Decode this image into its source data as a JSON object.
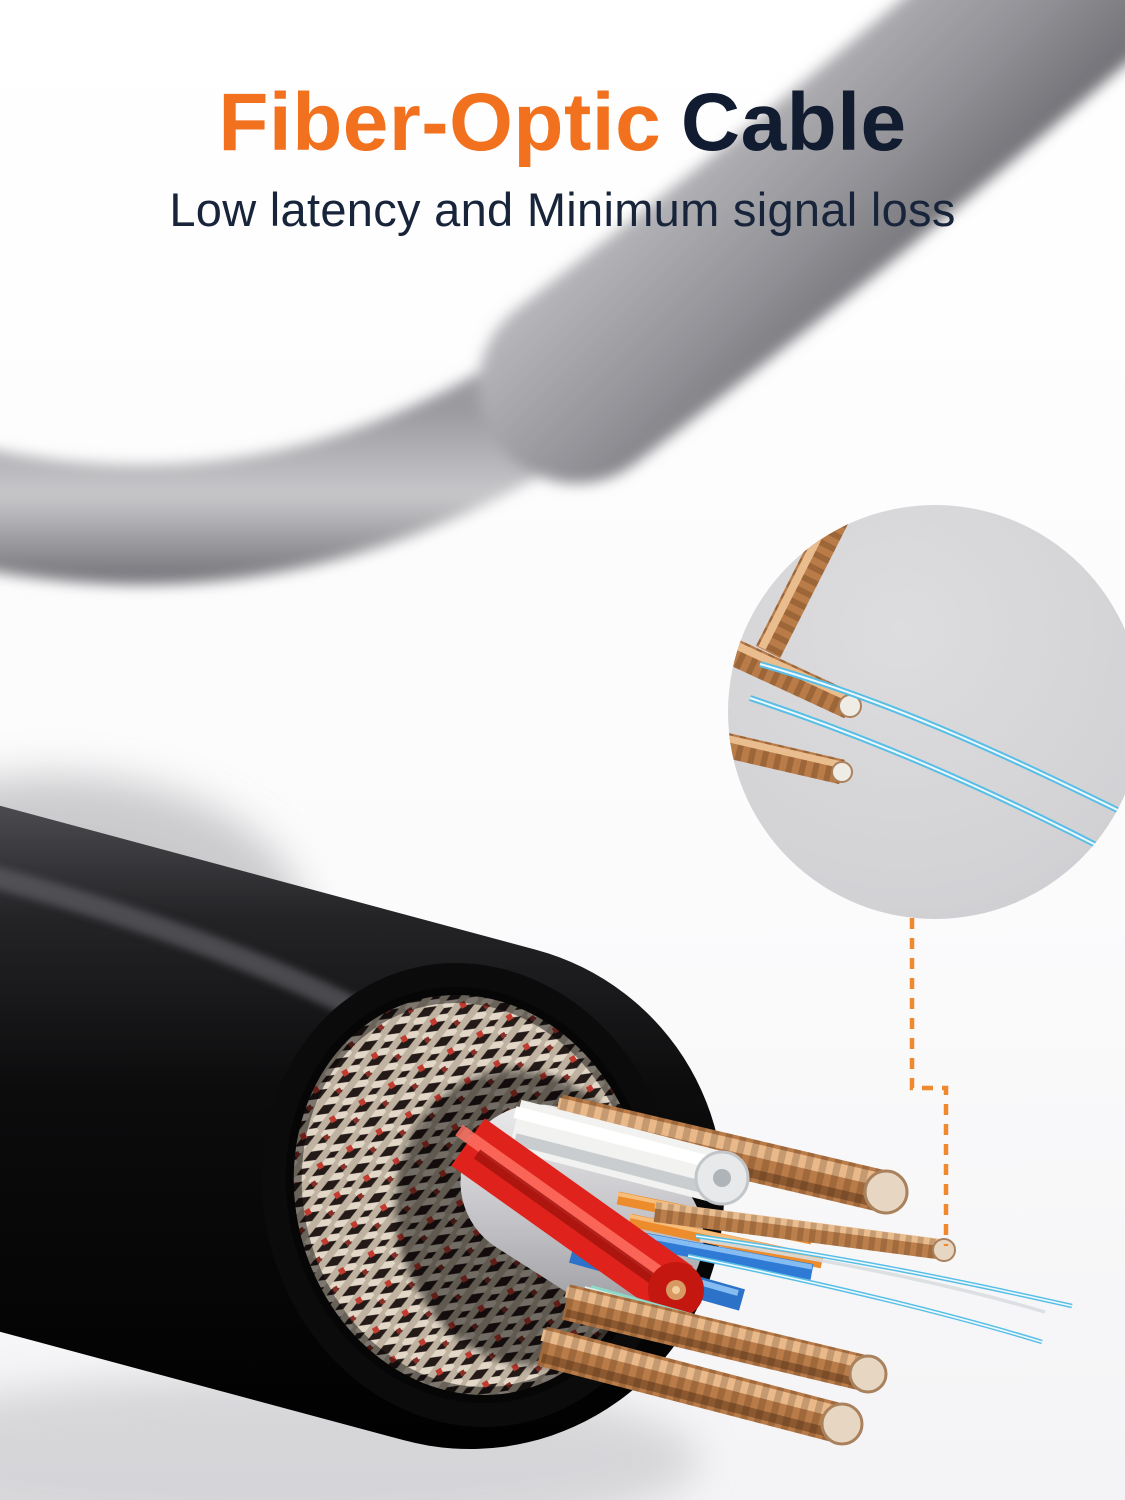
{
  "title": {
    "highlight": "Fiber-Optic",
    "rest": "Cable"
  },
  "subtitle": "Low latency and Minimum signal loss",
  "colors": {
    "accent_orange": "#F2711F",
    "heading_dark": "#121C30",
    "cable_gray": "#94949A",
    "inset_background": "#D4D4D7",
    "fiber_blue": "#58BEE6",
    "copper": "#BB7F4C",
    "wire_red": "#DF231C",
    "wire_white": "#F2F2F0",
    "wire_blue": "#2E7AD4",
    "wire_teal": "#8ED8C8",
    "wire_orange": "#EC8C2D",
    "jacket_black": "#0B0B0C",
    "callout_orange": "#F0892E",
    "braid_silver": "#E3D8C8"
  },
  "scene": {
    "components": [
      "gray-cable",
      "magnifier-inset",
      "copper-strands-closeup",
      "fiber-strands-closeup",
      "callout-dashed-line",
      "black-cable-cutaway",
      "braided-shield",
      "foil-shield",
      "wire-bundle",
      "fiber-strands"
    ]
  }
}
